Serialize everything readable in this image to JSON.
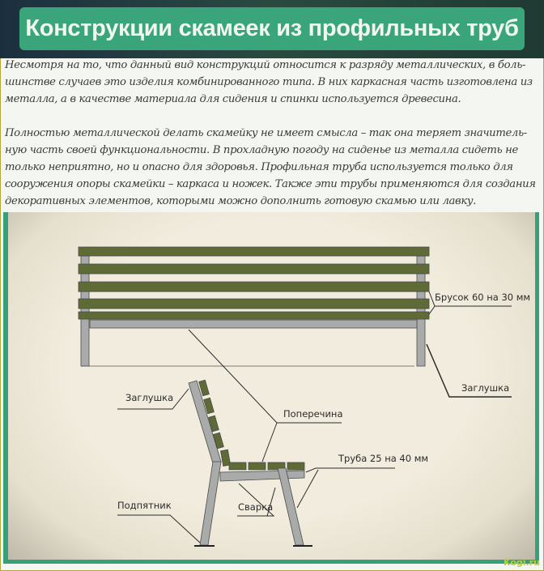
{
  "header": {
    "title": "Конструкции скамеек из профильных труб"
  },
  "paragraphs": [
    {
      "lines": [
        "Несмотря на то, что данный вид конструкций относится к разряду металлических, в боль-",
        "шинстве случаев это изделия комбинированного типа. В них каркасная часть изготовлена из",
        "металла, а в качестве материала для сидения и спинки используется древесина."
      ]
    },
    {
      "lines": [
        "Полностью металлической делать скамейку не имеет смысла – так она теряет значитель-",
        "ную часть своей функциональности. В прохладную погоду на сиденье из металла сидеть не",
        "только неприятно, но и опасно для здоровья. Профильная труба используется только для",
        "сооружения опоры скамейки – каркаса и ножек. Также эти трубы применяются для создания",
        "декоративных элементов, которыми можно дополнить готовую скамью или лавку."
      ]
    }
  ],
  "diagram": {
    "labels": {
      "bar": "Брусок 60 на 30 мм",
      "cap_right": "Заглушка",
      "cap_left": "Заглушка",
      "crossbar": "Поперечина",
      "pipe": "Труба 25 на 40 мм",
      "weld": "Сварка",
      "foot": "Подпятник"
    },
    "watermark": "Kogi.ru",
    "colors": {
      "wood": "#5e6b36",
      "metal": "#a9abab",
      "accent": "#3aa57a"
    }
  }
}
